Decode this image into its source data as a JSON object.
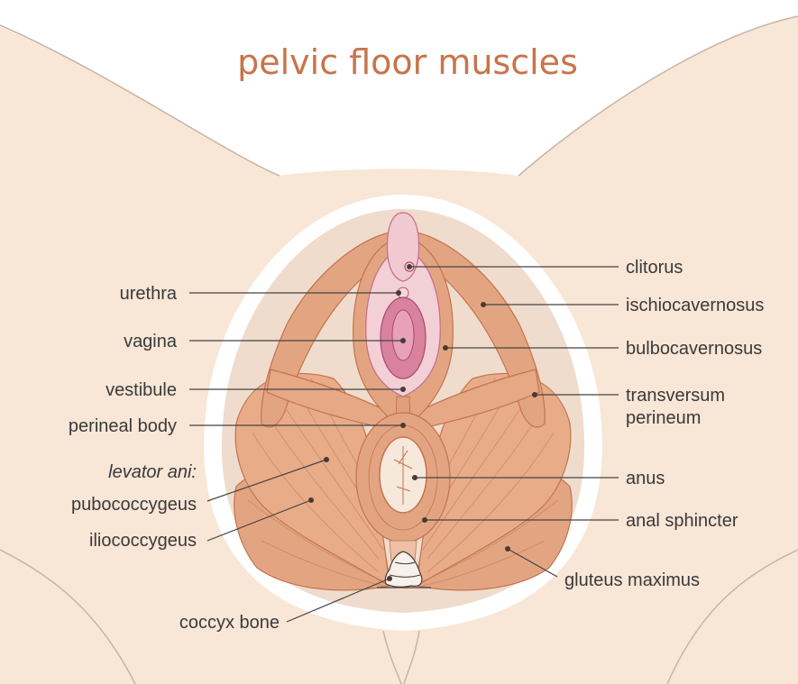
{
  "title": "pelvic floor muscles",
  "colors": {
    "skin": "#f8e6d6",
    "skin_outline": "#c8b3a4",
    "muscle": "#e3a581",
    "muscle_dark": "#c4724f",
    "muscle_light": "#eeb896",
    "mucosa": "#f3cfd6",
    "mucosa_dark": "#c86c8a",
    "bone": "#f6f1ea",
    "fat": "#efdccc",
    "title": "#c8744a"
  },
  "labels": {
    "left": {
      "urethra": "urethra",
      "vagina": "vagina",
      "vestibule": "vestibule",
      "perineal_body": "perineal body",
      "levator_ani": "levator ani:",
      "pubococcygeus": "pubococcygeus",
      "iliococcygeus": "iliococcygeus",
      "coccyx_bone": "coccyx bone"
    },
    "right": {
      "clitorus": "clitorus",
      "ischiocavernosus": "ischiocavernosus",
      "bulbocavernosus": "bulbocavernosus",
      "transversum_line1": "transversum",
      "transversum_line2": "perineum",
      "anus": "anus",
      "anal_sphincter": "anal sphincter",
      "gluteus_maximus": "gluteus maximus"
    }
  }
}
